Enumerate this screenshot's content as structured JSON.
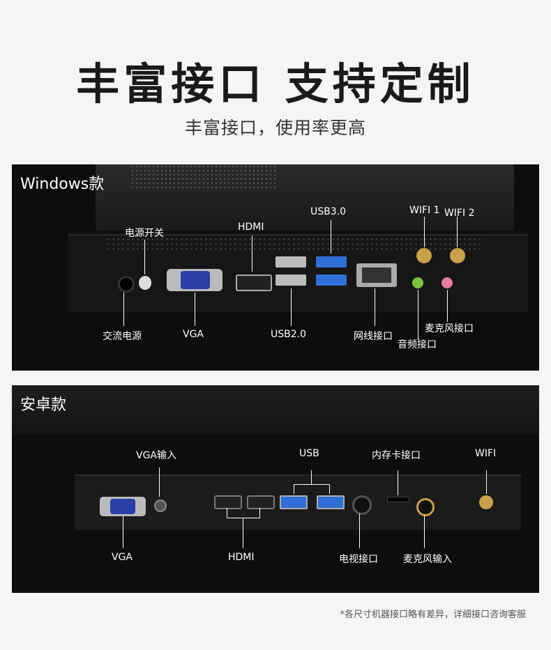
{
  "header": {
    "title": "丰富接口 支持定制",
    "subtitle": "丰富接口，使用率更高"
  },
  "windows_panel": {
    "label": "Windows款",
    "ports": {
      "power_switch": "电源开关",
      "hdmi": "HDMI",
      "usb3": "USB3.0",
      "wifi1": "WIFI 1",
      "wifi2": "WIFI 2",
      "ac_power": "交流电源",
      "vga": "VGA",
      "usb2": "USB2.0",
      "lan": "网线接口",
      "audio": "音频接口",
      "mic": "麦克风接口"
    }
  },
  "android_panel": {
    "label": "安卓款",
    "ports": {
      "vga_in": "VGA输入",
      "usb": "USB",
      "card": "内存卡接口",
      "wifi": "WIFI",
      "vga": "VGA",
      "hdmi": "HDMI",
      "tv": "电视接口",
      "mic_in": "麦克风输入"
    }
  },
  "footnote": "*各尺寸机器接口略有差异，详细接口咨询客服",
  "colors": {
    "panel_bg": "#0d0d0d",
    "vga_blue": "#2a3fa8",
    "usb3_blue": "#2f6fd6",
    "gold": "#c9a14a"
  }
}
